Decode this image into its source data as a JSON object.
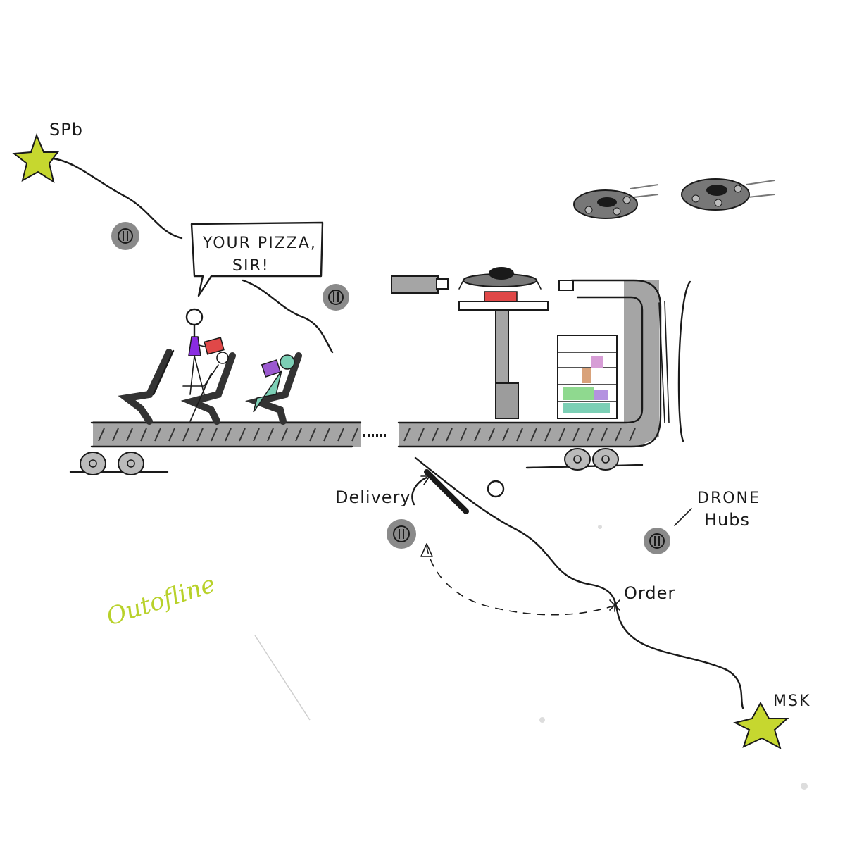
{
  "labels": {
    "spb": "SPb",
    "msk": "MSK",
    "speech_line1": "YOUR PIZZA,",
    "speech_line2": "SIR!",
    "delivery": "Delivery",
    "order": "Order",
    "drone_hubs_line1": "DRONE",
    "drone_hubs_line2": "Hubs",
    "signature": "Outofline"
  },
  "colors": {
    "star": "#c6d72f",
    "signature": "#b8d12a",
    "ink": "#1a1a1a",
    "grey": "#9c9c9c",
    "seat": "#4a4a4a",
    "purple": "#8a2be2",
    "red": "#e04848",
    "teal": "#7ccfb5"
  },
  "icons": {
    "city_marker": "star-icon",
    "hub": "drone-hub-icon",
    "drone": "drone-icon"
  }
}
